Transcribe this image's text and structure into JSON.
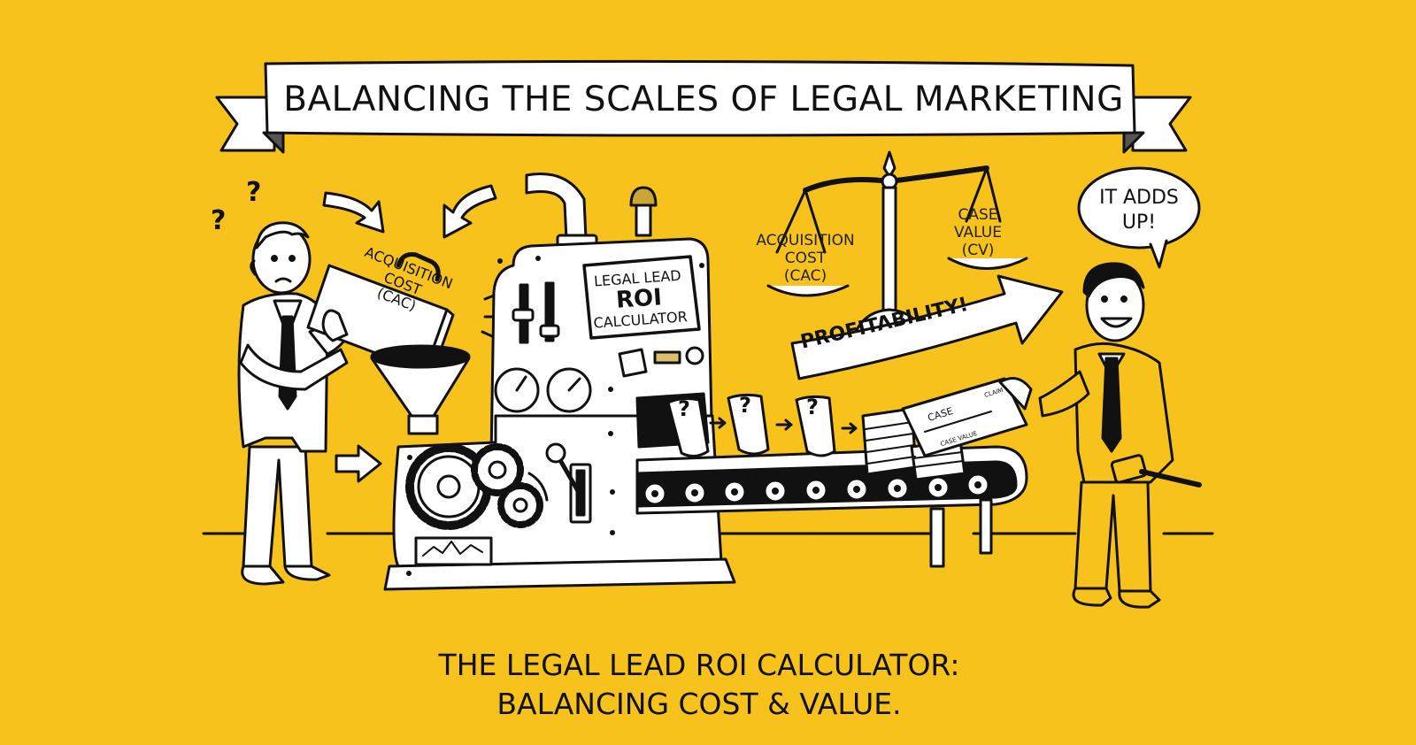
{
  "illustration": {
    "background_color": "#f7c21b",
    "ink_color": "#111111",
    "paper_color": "#ffffff",
    "banner": {
      "title": "BALANCING THE SCALES OF LEGAL MARKETING"
    },
    "caption": {
      "line1": "THE LEGAL LEAD ROI CALCULATOR:",
      "line2": "BALANCING COST & VALUE."
    },
    "left_character": {
      "role": "confused-lawyer",
      "thought_marks": [
        "?",
        "?"
      ],
      "briefcase_label": {
        "line1": "ACQUISITION",
        "line2": "COST",
        "line3": "(CAC)"
      }
    },
    "machine": {
      "panel_label": {
        "line1": "LEGAL LEAD",
        "line2": "ROI",
        "line3": "CALCULATOR"
      },
      "gauges": 2,
      "gears": 3
    },
    "conveyor": {
      "scrolls": [
        "?",
        "?",
        "?"
      ],
      "check": {
        "title": "CASE",
        "subtitle": "CASE VALUE",
        "corner": "CLAIM"
      }
    },
    "scales": {
      "left_pan": {
        "line1": "ACQUISITION",
        "line2": "COST",
        "line3": "(CAC)"
      },
      "right_pan": {
        "line1": "CASE",
        "line2": "VALUE",
        "line3": "(CV)"
      }
    },
    "profit_arrow": {
      "label": "PROFITABILITY!"
    },
    "right_character": {
      "role": "happy-lawyer",
      "speech_bubble": {
        "line1": "IT ADDS",
        "line2": "UP!"
      }
    }
  }
}
